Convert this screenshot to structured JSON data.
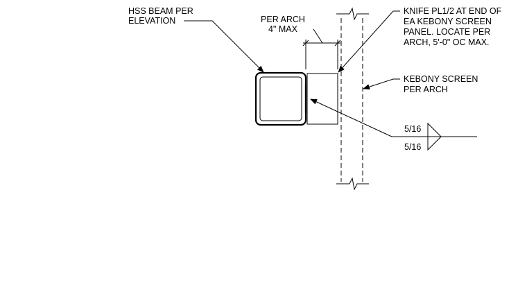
{
  "labels": {
    "hss_beam": [
      "HSS BEAM PER",
      "ELEVATION"
    ],
    "per_arch_dim": [
      "PER ARCH",
      "4\" MAX"
    ],
    "knife_plate": [
      "KNIFE PL1/2 AT END OF",
      "EA KEBONY SCREEN",
      "PANEL. LOCATE PER",
      "ARCH, 5'-0\" OC MAX."
    ],
    "kebony_screen": [
      "KEBONY SCREEN",
      "PER ARCH"
    ],
    "weld_top": "5/16",
    "weld_bottom": "5/16"
  }
}
